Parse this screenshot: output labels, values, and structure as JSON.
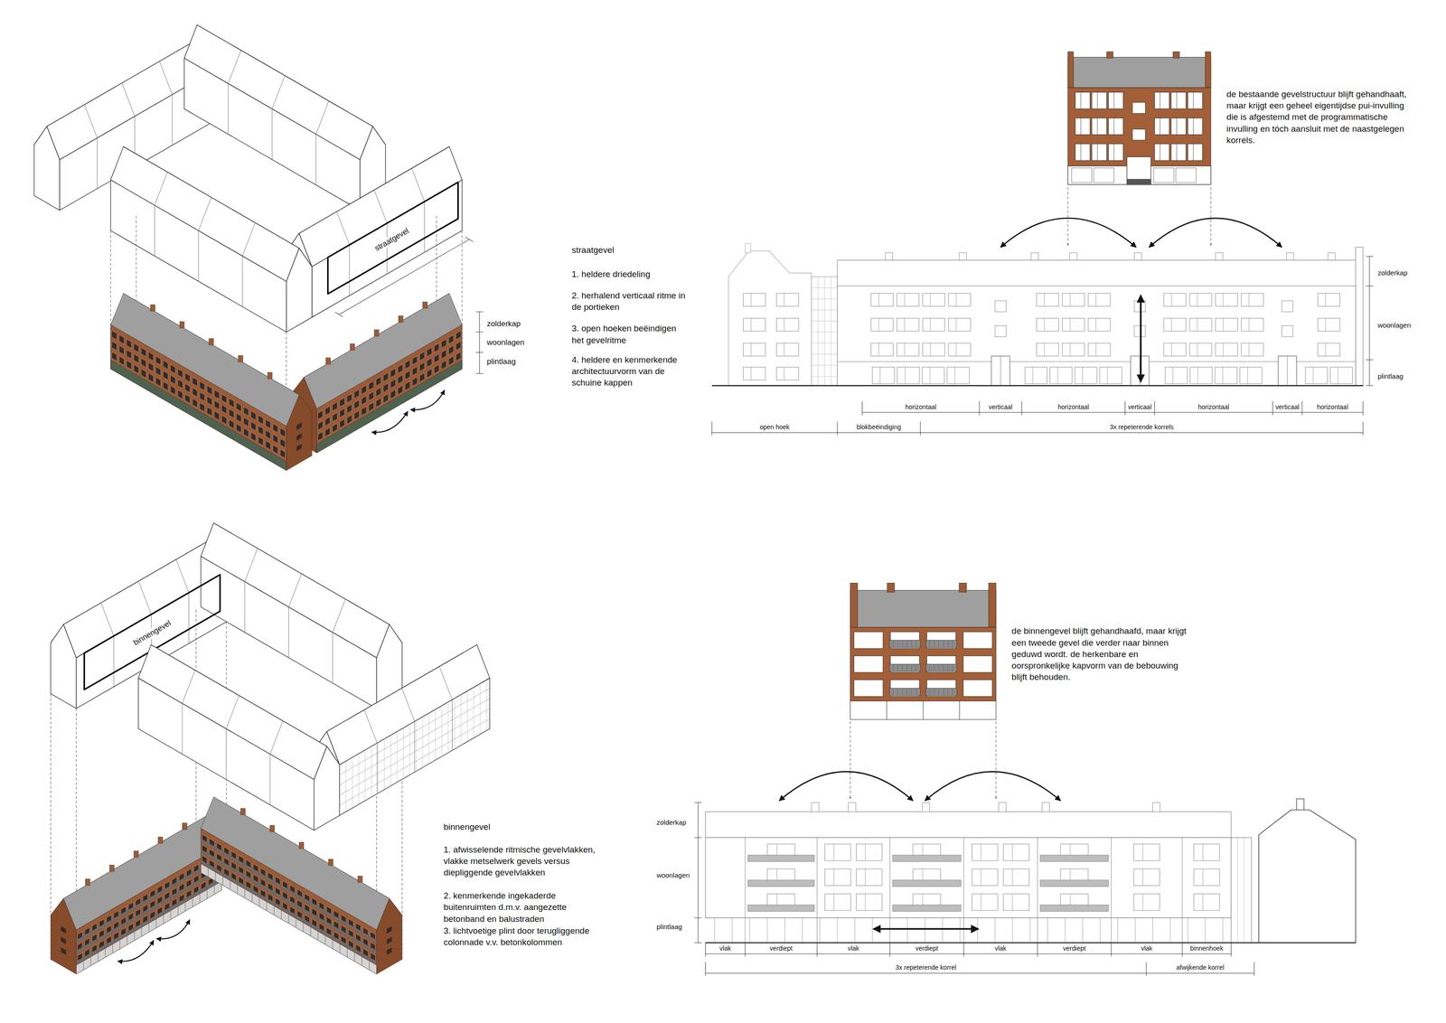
{
  "diagram": {
    "labels": [
      "straatgevel",
      "zolderkap",
      "woonlagen",
      "plintlaag",
      "straatgevel",
      "1. heldere driedeling",
      "2. herhalend verticaal ritme in de portieken",
      "3. open hoeken beëindigen het gevelritme",
      "4. heldere en kenmerkende architectuurvorm van de schuine kappen",
      "de bestaande gevelstructuur blijft gehandhaaft, maar krijgt een geheel eigentijdse pui-invulling die is afgestemd met de programmatische invulling en tóch aansluit met de naastgelegen korrels.",
      "zolderkap",
      "woonlagen",
      "plintlaag",
      "horizontaal",
      "verticaal",
      "horizontaal",
      "verticaal",
      "horizontaal",
      "verticaal",
      "horizontaal",
      "open hoek",
      "blokbeëindiging",
      "3x repeterende korrels",
      "binnengevel",
      "binnengevel",
      "1. afwisselende ritmische gevelvlakken, vlakke metselwerk gevels versus diepliggende gevelvlakken",
      "2. kenmerkende ingekaderde buitenruimten d.m.v. aangezette betonband en balustraden",
      "3. lichtvoetige plint door terugliggende colonnade v.v. betonkolommen",
      "de binnengevel blijft gehandhaafd, maar krijgt een tweede gevel die verder naar binnen geduwd wordt. de herkenbare en oorspronkelijke kapvorm van de bebouwing blijft behouden.",
      "zolderkap",
      "woonlagen",
      "plintlaag",
      "vlak",
      "verdiept",
      "vlak",
      "verdiept",
      "vlak",
      "verdiept",
      "vlak",
      "binnenhoek",
      "3x repeterende korrel",
      "afwijkende korrel"
    ]
  }
}
